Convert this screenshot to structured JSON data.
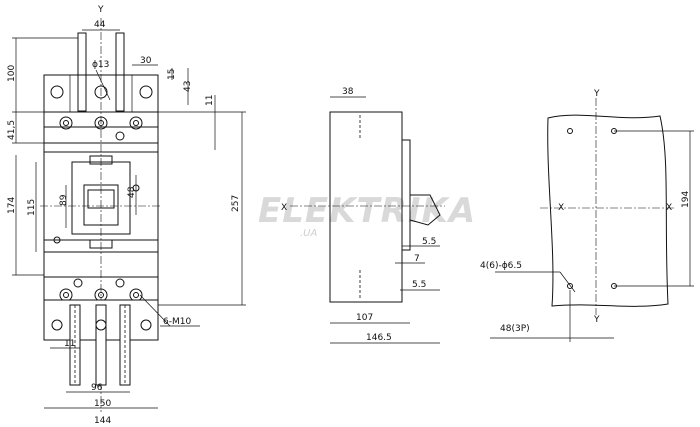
{
  "watermark": {
    "brand": "ELEKTRIKA",
    "domain": ".UA"
  },
  "axes": {
    "y": "Y",
    "x": "X"
  },
  "front_view": {
    "dims": {
      "top_width": "44",
      "terminal_pitch": "30",
      "hole_dia": "ϕ13",
      "d15": "15",
      "d43": "43",
      "d11_right": "11",
      "h100": "100",
      "h41_5": "41,5",
      "h174": "174",
      "h115": "115",
      "h89": "89",
      "h48": "48",
      "h257": "257",
      "screw_label": "6-M10",
      "d11_bottom": "11",
      "w96": "96",
      "w150": "150",
      "w144": "144"
    }
  },
  "side_view": {
    "dims": {
      "d38": "38",
      "d5_5_top": "5.5",
      "d7": "7",
      "d5_5_bottom": "5.5",
      "d107": "107",
      "d146_5": "146.5"
    }
  },
  "panel_view": {
    "dims": {
      "holes_label": "4(6)-ϕ6.5",
      "h194": "194",
      "pitch_label": "48(3P)"
    }
  }
}
